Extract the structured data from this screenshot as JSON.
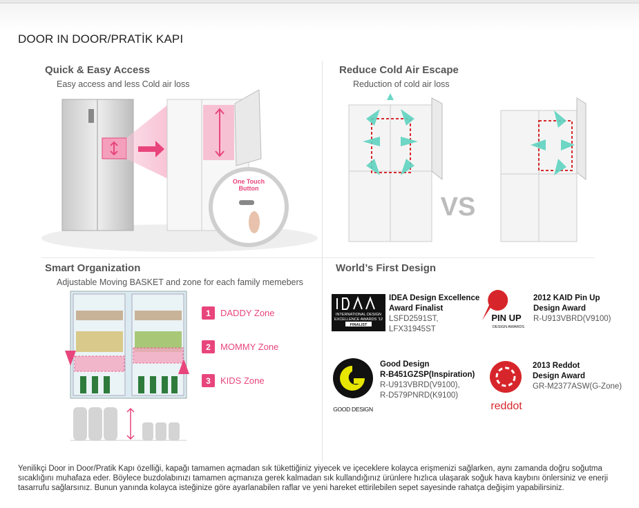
{
  "page": {
    "title": "DOOR IN DOOR/PRATİK KAPI"
  },
  "sections": {
    "quick": {
      "title": "Quick & Easy Access",
      "subtitle": "Easy access and less Cold air loss",
      "button_label_1": "One Touch",
      "button_label_2": "Button"
    },
    "cold": {
      "title": "Reduce Cold Air Escape",
      "subtitle": "Reduction of cold air loss",
      "vs": "VS"
    },
    "smart": {
      "title": "Smart Organization",
      "subtitle": "Adjustable Moving BASKET and zone for each family memebers",
      "zones": [
        {
          "num": "1",
          "label": "DADDY Zone"
        },
        {
          "num": "2",
          "label": "MOMMY Zone"
        },
        {
          "num": "3",
          "label": "KIDS Zone"
        }
      ]
    },
    "design": {
      "title": "World’s First Design",
      "awards": [
        {
          "name_1": "IDEA Design Excellence",
          "name_2": "Award Finalist",
          "models_1": "LSFD2591ST,",
          "models_2": "LFX31945ST",
          "logo_text_1": "INTERNATIONAL DESIGN",
          "logo_text_2": "EXCELLENCE AWARDS '12",
          "logo_text_3": "FINALIST"
        },
        {
          "name_1": "2012 KAID Pin Up",
          "name_2": "Design Award",
          "models_1": "R-U913VBRD(V9100)",
          "logo_text_1": "PIN UP",
          "logo_text_2": "DESIGN AWARDS"
        },
        {
          "name_1": "Good Design",
          "name_2": "R-B451GZSP(Inspiration)",
          "models_1": "R-U913VBRD(V9100),",
          "models_2": "R-D579PNRD(K9100)",
          "logo_text_1": "GOOD DESIGN"
        },
        {
          "name_1": "2013 Reddot",
          "name_2": "Design Award",
          "models_1": "GR-M2377ASW(G-Zone)",
          "logo_text_1": "reddot"
        }
      ]
    }
  },
  "description": "Yenilikçi Door in Door/Pratik Kapı özelliği, kapağı tamamen açmadan sık tükettiğiniz yiyecek ve içeceklere kolayca erişmenizi sağlarken, aynı zamanda doğru soğutma sıcaklığını muhafaza eder. Böylece buzdolabınızı tamamen açmanıza gerek kalmadan sık kullandığınız ürünlere hızlıca ulaşarak soğuk hava kaybını önlersiniz ve enerji tasarrufu sağlarsınız. Bunun yanında kolayca isteğinize göre ayarlanabilen raflar ve yeni hareket ettirilebilen sepet sayesinde rahatça değişim yapabilirsiniz.",
  "colors": {
    "accent_pink": "#e8457c",
    "teal_arrow": "#5fd3c1",
    "reddot_red": "#d7262b"
  }
}
